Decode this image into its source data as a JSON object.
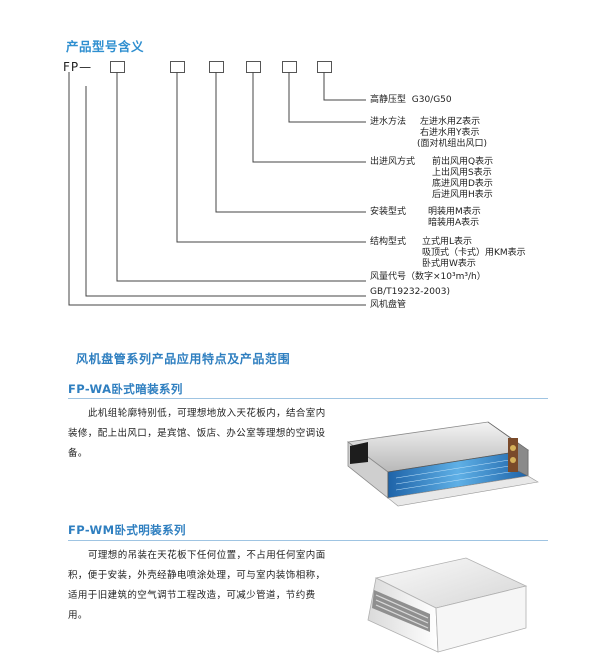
{
  "heading": "产品型号含义",
  "model_prefix": "FP—",
  "legend": {
    "static_pressure": {
      "label": "高静压型",
      "value": "G30/G50"
    },
    "inlet": {
      "label": "进水方法",
      "lines": [
        "左进水用Z表示",
        "右进水用Y表示",
        "(面对机组出风口)"
      ]
    },
    "outlet": {
      "label": "出进风方式",
      "lines": [
        "前出风用Q表示",
        "上出风用S表示",
        "底进风用D表示",
        "后进风用H表示"
      ]
    },
    "install": {
      "label": "安装型式",
      "lines": [
        "明装用M表示",
        "暗装用A表示"
      ]
    },
    "structure": {
      "label": "结构型式",
      "lines": [
        "立式用L表示",
        "吸顶式（卡式）用KM表示",
        "卧式用W表示"
      ]
    },
    "airflow": "风量代号（数字×10³m³/h）",
    "standard": "GB/T19232-2003)",
    "product": "风机盘管"
  },
  "section_title": "风机盘管系列产品应用特点及产品范围",
  "series": [
    {
      "title": "FP-WA卧式暗装系列",
      "description": "此机组轮廓特别低，可理想地放入天花板内，结合室内装修，配上出风口，是宾馆、饭店、办公室等理想的空调设备。"
    },
    {
      "title": "FP-WM卧式明装系列",
      "description": "可理想的吊装在天花板下任何位置，不占用任何室内面积，便于安装，外壳经静电喷涂处理，可与室内装饰相称，适用于旧建筑的空气调节工程改造，可减少管道，节约费用。"
    }
  ]
}
